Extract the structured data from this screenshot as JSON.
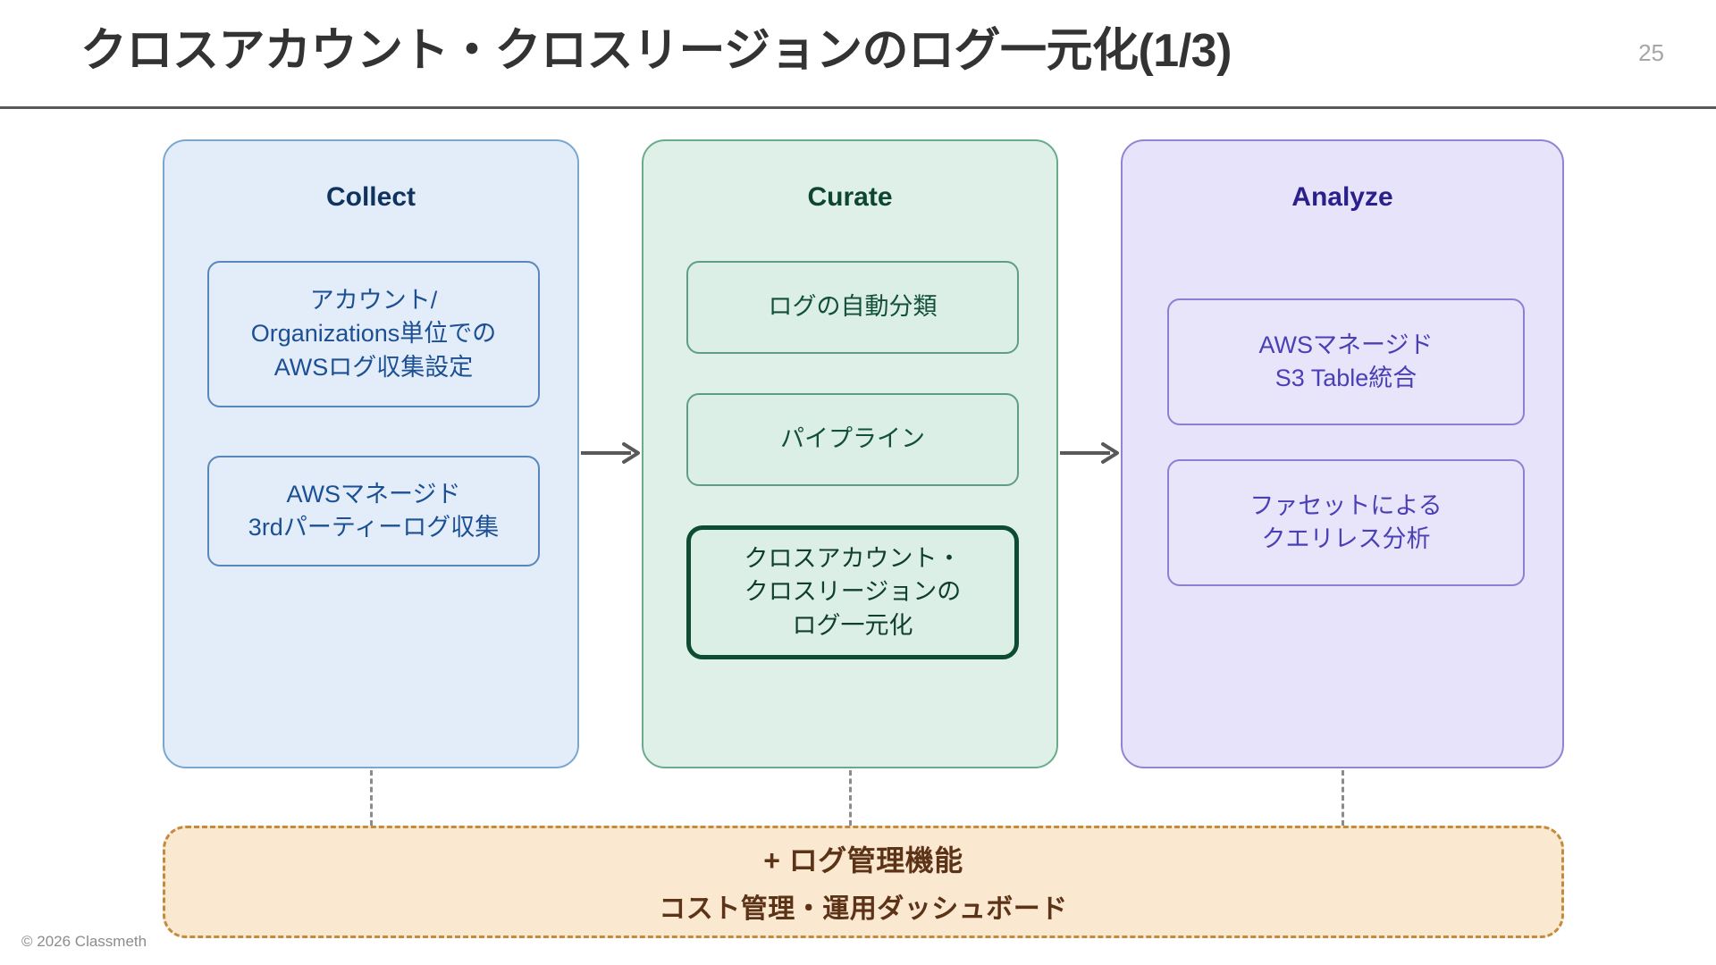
{
  "header": {
    "title": "クロスアカウント・クロスリージョンのログ一元化(1/3)",
    "page_number": "25"
  },
  "columns": [
    {
      "id": "collect",
      "title": "Collect",
      "bg_color": "#e2edf9",
      "border_color": "#7ba7cf",
      "title_color": "#10335e",
      "cards": [
        {
          "text": "アカウント/\nOrganizations単位での\nAWSログ収集設定",
          "highlighted": false
        },
        {
          "text": "AWSマネージド\n3rdパーティーログ収集",
          "highlighted": false
        }
      ]
    },
    {
      "id": "curate",
      "title": "Curate",
      "bg_color": "#dff0e8",
      "border_color": "#6aab8c",
      "title_color": "#0d4530",
      "cards": [
        {
          "text": "ログの自動分類",
          "highlighted": false
        },
        {
          "text": "パイプライン",
          "highlighted": false
        },
        {
          "text": "クロスアカウント・\nクロスリージョンの\nログ一元化",
          "highlighted": true
        }
      ]
    },
    {
      "id": "analyze",
      "title": "Analyze",
      "bg_color": "#e6e3fb",
      "border_color": "#8f85d4",
      "title_color": "#2b1f8c",
      "cards": [
        {
          "text": "AWSマネージド\nS3 Table統合",
          "highlighted": false
        },
        {
          "text": "ファセットによる\nクエリレス分析",
          "highlighted": false
        }
      ]
    }
  ],
  "cards": {
    "collect_1_line_1": "アカウント/",
    "collect_1_line_2": "Organizations単位での",
    "collect_1_line_3": "AWSログ収集設定",
    "collect_2_line_1": "AWSマネージド",
    "collect_2_line_2": "3rdパーティーログ収集",
    "curate_1": "ログの自動分類",
    "curate_2": "パイプライン",
    "curate_3_line_1": "クロスアカウント・",
    "curate_3_line_2": "クロスリージョンの",
    "curate_3_line_3": "ログ一元化",
    "analyze_1_line_1": "AWSマネージド",
    "analyze_1_line_2": "S3 Table統合",
    "analyze_2_line_1": "ファセットによる",
    "analyze_2_line_2": "クエリレス分析"
  },
  "connectors": {
    "arrow_1": "arrow-right-icon",
    "arrow_2": "arrow-right-icon",
    "arrow_color": "#595959",
    "dashed_line_color": "#8c8c8c"
  },
  "banner": {
    "line_1": "+ ログ管理機能",
    "line_2": "コスト管理・運用ダッシュボード",
    "bg_color": "#fbe8d1",
    "border_color": "#c28b3e",
    "text_color": "#5c3317"
  },
  "footer": {
    "copyright": "© 2026 Classmeth"
  }
}
